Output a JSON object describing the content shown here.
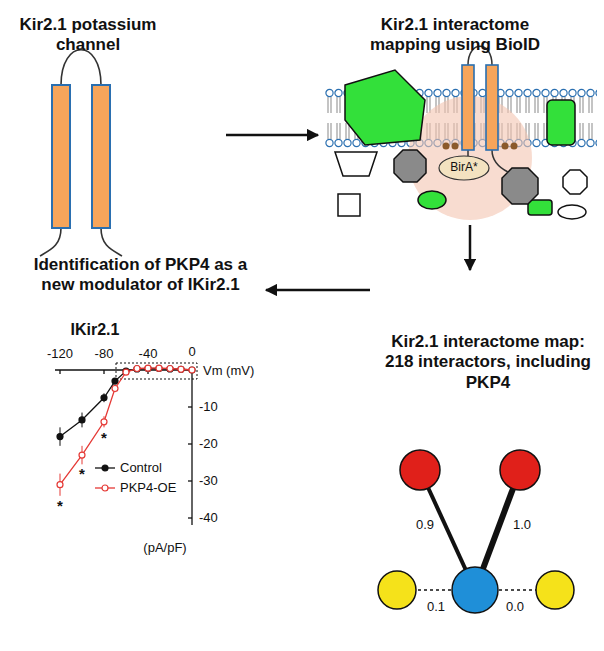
{
  "diagram": {
    "nodes": [
      {
        "text": [
          "Kir2.1 potassium channel"
        ]
      },
      {
        "text": [
          "Kir2.1 interactome mapping using BioID"
        ]
      },
      {
        "text": [
          "Kir2.1 interactome map: 218 interactors, including PKP4"
        ]
      },
      {
        "text": [
          "Identification of PKP4 as a new modulator of IKir2.1"
        ]
      }
    ],
    "edges": [
      {
        "from": 0,
        "to": 1,
        "arrow": "to"
      },
      {
        "from": 1,
        "to": 2,
        "arrow": "to"
      },
      {
        "from": 2,
        "to": 3,
        "arrow": "to"
      }
    ],
    "labels": [
      "BirA*",
      "0.9",
      "1.0",
      "0.1",
      "0.0",
      "IKir2.1",
      "-120",
      "-80",
      "-40",
      "0",
      "Vm (mV)",
      "-10",
      "-20",
      "-30",
      "-40",
      "(pA/pF)",
      "*",
      "*",
      "*"
    ],
    "legend": [
      {
        "text": "Control"
      },
      {
        "text": "PKP4-OE"
      }
    ]
  }
}
